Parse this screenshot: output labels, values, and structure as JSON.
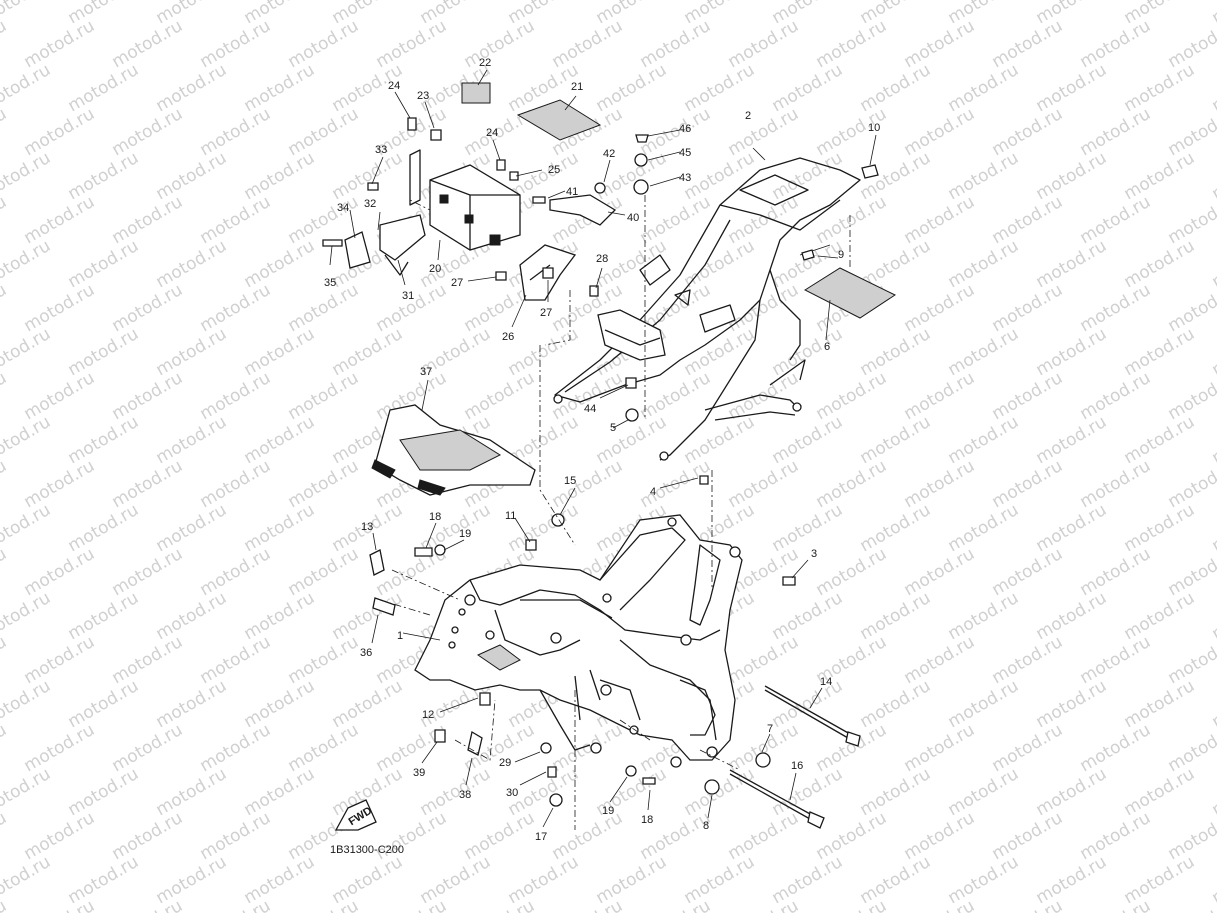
{
  "watermark": "motod.ru",
  "diagram_code": "1B31300-C200",
  "fwd_label": "FWD",
  "callouts": {
    "c1": "1",
    "c2": "2",
    "c3": "3",
    "c4": "4",
    "c5": "5",
    "c6": "6",
    "c7": "7",
    "c8": "8",
    "c9": "9",
    "c10": "10",
    "c11": "11",
    "c12": "12",
    "c13": "13",
    "c14": "14",
    "c15": "15",
    "c16": "16",
    "c17": "17",
    "c18a": "18",
    "c18b": "18",
    "c19a": "19",
    "c19b": "19",
    "c20": "20",
    "c21": "21",
    "c22": "22",
    "c23": "23",
    "c24a": "24",
    "c24b": "24",
    "c25": "25",
    "c26": "26",
    "c27a": "27",
    "c27b": "27",
    "c28": "28",
    "c29": "29",
    "c30": "30",
    "c31": "31",
    "c32": "32",
    "c33": "33",
    "c34": "34",
    "c35": "35",
    "c36": "36",
    "c37": "37",
    "c38": "38",
    "c39": "39",
    "c40": "40",
    "c41": "41",
    "c42": "42",
    "c43": "43",
    "c44": "44",
    "c45": "45",
    "c46": "46"
  }
}
